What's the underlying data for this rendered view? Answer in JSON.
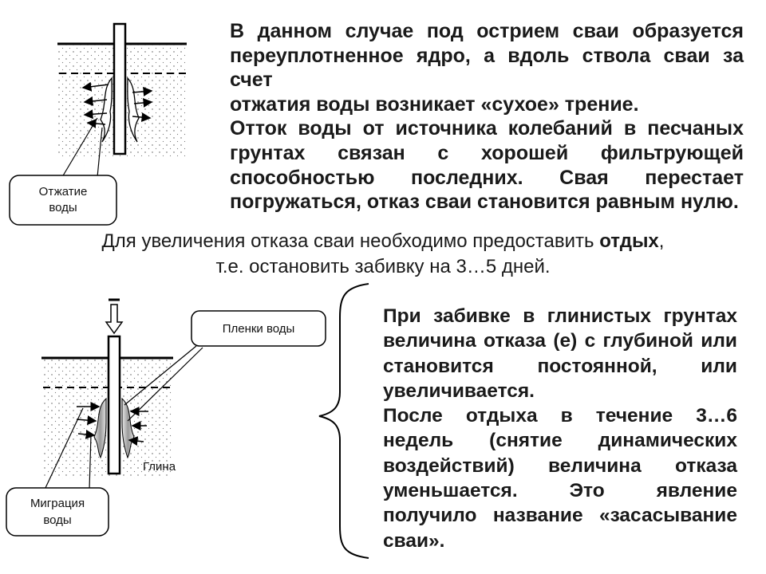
{
  "top_paragraph_1": [
    "В данном случае под острием сваи образуется",
    "переуплотненное ядро, а вдоль ствола сваи за счет",
    "отжатия воды возникает «сухое» трение."
  ],
  "top_paragraph_2": [
    "Отток воды от источника колебаний в песчаных",
    "грунтах связан с хорошей фильтрующей",
    "способностью последних. Свая перестает",
    "погружаться, отказ сваи становится равным нулю."
  ],
  "rest": {
    "line1_prefix": "Для увеличения отказа сваи необходимо предоставить ",
    "line1_bold": "отдых",
    "line1_suffix": ",",
    "line2": "т.е. остановить забивку на 3…5 дней."
  },
  "bottom_paragraph_1": [
    "При забивке в глинистых грунтах",
    "величина отказа (е) с глубиной или",
    "становится постоянной, или",
    "увеличивается."
  ],
  "bottom_paragraph_2": [
    "После отдыха в течение 3…6",
    "недель (снятие динамических",
    "воздействий) величина отказа",
    "уменьшается. Это явление",
    "получило название «засасывание",
    "сваи»."
  ],
  "diagram_top": {
    "callout_line1": "Отжатие",
    "callout_line2": "воды"
  },
  "diagram_bottom": {
    "callout_films": "Пленки воды",
    "callout_migration_line1": "Миграция",
    "callout_migration_line2": "воды",
    "soil_label": "Глина"
  }
}
